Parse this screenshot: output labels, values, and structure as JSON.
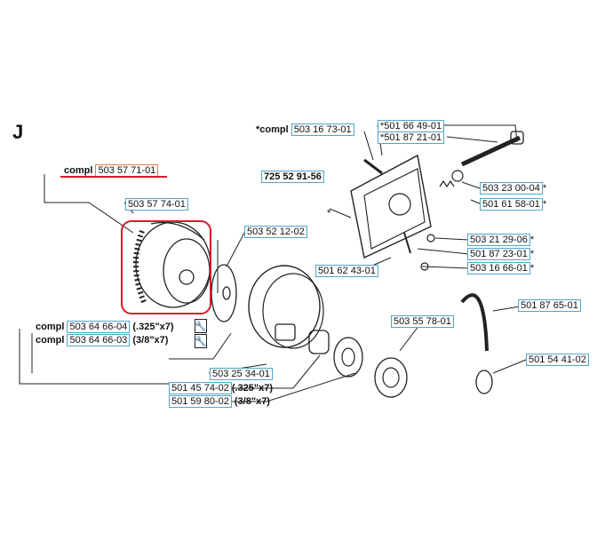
{
  "section_letter": "J",
  "parts": {
    "p1": {
      "prefix": "*compl",
      "number": "503 16 73-01",
      "suffix": ""
    },
    "p2": {
      "prefix": "",
      "number": "*501 66 49-01",
      "suffix": ""
    },
    "p3": {
      "prefix": "",
      "number": "*501 87 21-01",
      "suffix": ""
    },
    "p4": {
      "prefix": "compl",
      "number": "503 57 71-01",
      "suffix": ""
    },
    "p5": {
      "prefix": "",
      "number": "725 52 91-56",
      "suffix": ""
    },
    "p6": {
      "prefix": "",
      "number": "503 23 00-04",
      "suffix": "*"
    },
    "p7": {
      "prefix": "",
      "number": "503 57 74-01",
      "suffix": ""
    },
    "p8": {
      "prefix": "",
      "number": "501 61 58-01",
      "suffix": "*"
    },
    "p9": {
      "prefix": "",
      "number": "503 52 12-02",
      "suffix": ""
    },
    "p10": {
      "prefix": "",
      "number": "503 21 29-06",
      "suffix": "*"
    },
    "p11": {
      "prefix": "",
      "number": "501 87 23-01",
      "suffix": "*"
    },
    "p12": {
      "prefix": "",
      "number": "501 62 43-01",
      "suffix": ""
    },
    "p13": {
      "prefix": "",
      "number": "503 16 66-01",
      "suffix": "*"
    },
    "p14": {
      "prefix": "",
      "number": "501 87 65-01",
      "suffix": ""
    },
    "p15": {
      "prefix": "compl",
      "number": "503 64 66-04",
      "suffix": "(.325\"x7)"
    },
    "p16": {
      "prefix": "compl",
      "number": "503 64 66-03",
      "suffix": "(3/8\"x7)"
    },
    "p17": {
      "prefix": "",
      "number": "503 55 78-01",
      "suffix": ""
    },
    "p18": {
      "prefix": "",
      "number": "501 54 41-02",
      "suffix": ""
    },
    "p19": {
      "prefix": "",
      "number": "503 25 34-01",
      "suffix": ""
    },
    "p20": {
      "prefix": "",
      "number": "501 45 74-02",
      "suffix": "(.325\"x7)"
    },
    "p21": {
      "prefix": "",
      "number": "501 59 80-02",
      "suffix": "(3/8\"x7)"
    }
  },
  "marks": {
    "asterisk": "*"
  },
  "colors": {
    "accent": "#4fa7c9",
    "highlight": "#d81b2a",
    "selected_border": "#e8795f"
  },
  "icons": {
    "tool": "tool-icon"
  }
}
